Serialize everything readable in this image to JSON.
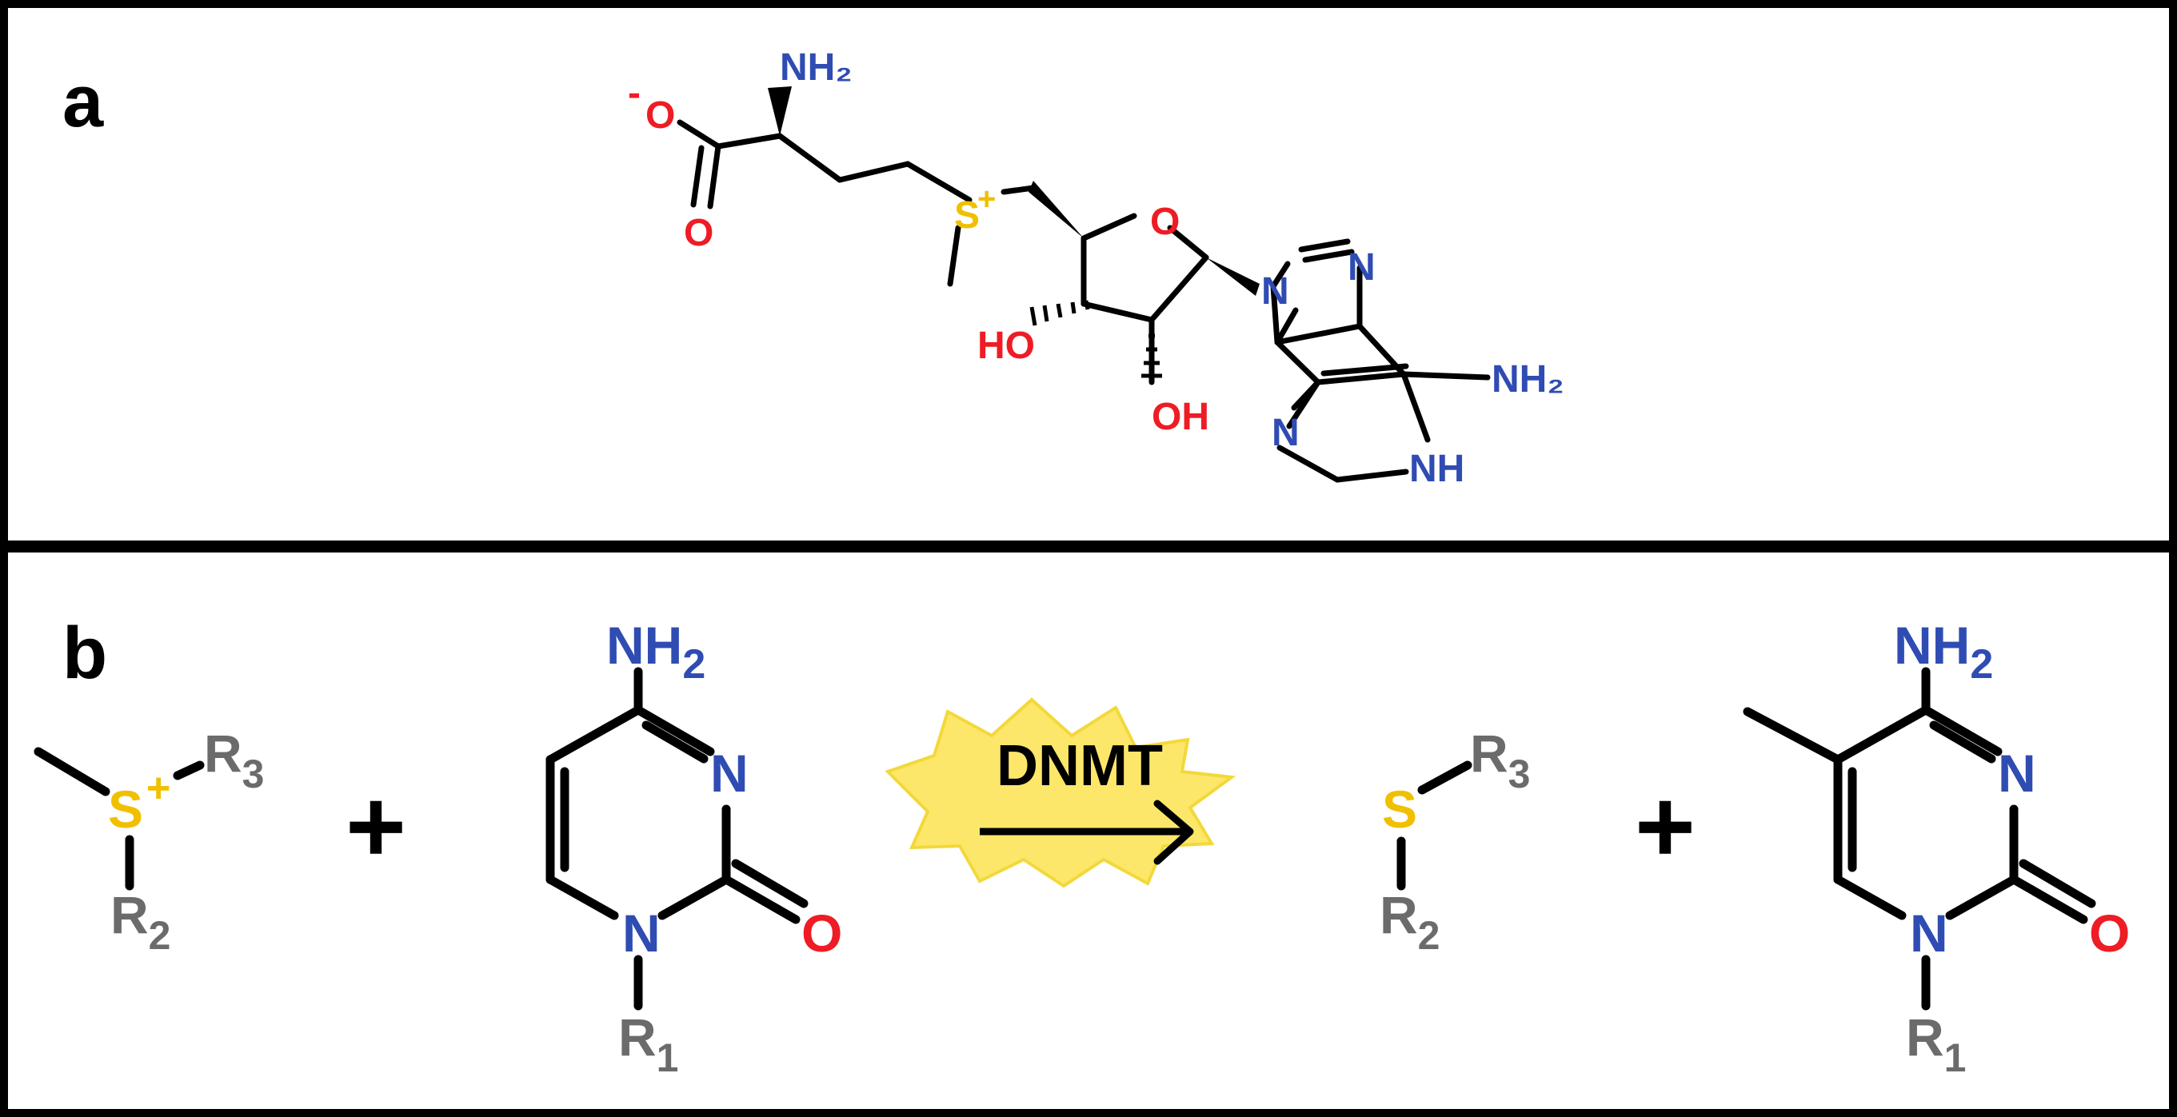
{
  "colors": {
    "nitrogen": "#2f4cb3",
    "oxygen": "#ee1c25",
    "sulfur": "#f0c000",
    "r_group": "#6b6b6b",
    "burst_fill": "#fde76a",
    "burst_stroke": "#f3d83a"
  },
  "panel_a": {
    "label": "a",
    "atoms": {
      "nh2_top": "NH₂",
      "o_minus_charge": "-",
      "o_minus": "O",
      "o_double": "O",
      "s_plus": "S",
      "s_plus_charge": "+",
      "ring_o": "O",
      "n9": "N",
      "n7": "N",
      "ho": "HO",
      "oh": "OH",
      "nh2_amine": "NH₂",
      "n3": "N",
      "nh": "NH"
    }
  },
  "panel_b": {
    "label": "b",
    "reactant1": {
      "s": "S",
      "charge": "+",
      "r3": "R",
      "r3_sub": "3",
      "r2": "R",
      "r2_sub": "2"
    },
    "plus1": "+",
    "cytosine": {
      "nh2": "NH",
      "nh2_sub": "2",
      "n3": "N",
      "n1": "N",
      "o": "O",
      "r1": "R",
      "r1_sub": "1"
    },
    "enzyme": "DNMT",
    "product1": {
      "s": "S",
      "r3": "R",
      "r3_sub": "3",
      "r2": "R",
      "r2_sub": "2"
    },
    "plus2": "+",
    "methylcytosine": {
      "nh2": "NH",
      "nh2_sub": "2",
      "n3": "N",
      "n1": "N",
      "o": "O",
      "r1": "R",
      "r1_sub": "1"
    }
  }
}
